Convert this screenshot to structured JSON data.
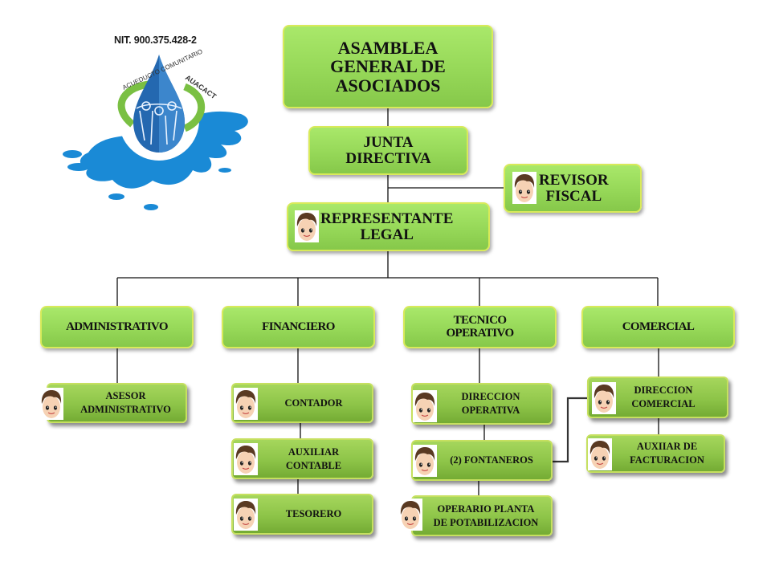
{
  "logo": {
    "nit": "NIT. 900.375.428-2",
    "arc_left_text": "ACUEDUCTO COMUNITARIO",
    "arc_right_text": "AUACACT",
    "icon": "water-drop-logo-icon"
  },
  "colors": {
    "box_fill": "#96d858",
    "box_border": "#d8ea5a",
    "sub_box_fill": "#8dc448",
    "connector": "#111111",
    "logo_blue": "#1a8ad6"
  },
  "top": {
    "asamblea": "ASAMBLEA\nGENERAL  DE\nASOCIADOS",
    "junta": "JUNTA\nDIRECTIVA",
    "revisor": "REVISOR\nFISCAL",
    "representante": "REPRESENTANTE\nLEGAL"
  },
  "departments": [
    {
      "label": "ADMINISTRATIVO",
      "roles": [
        "ASESOR\nADMINISTRATIVO"
      ]
    },
    {
      "label": "FINANCIERO",
      "roles": [
        "CONTADOR",
        "AUXILIAR\nCONTABLE",
        "TESORERO"
      ]
    },
    {
      "label": "TECNICO\nOPERATIVO",
      "roles": [
        "DIRECCION\nOPERATIVA",
        "(2) FONTANEROS",
        "OPERARIO PLANTA\nDE POTABILIZACION"
      ]
    },
    {
      "label": "COMERCIAL",
      "roles": [
        "DIRECCION\nCOMERCIAL",
        "AUXIIAR DE\nFACTURACION"
      ]
    }
  ],
  "avatar_icon": "person-avatar-icon"
}
